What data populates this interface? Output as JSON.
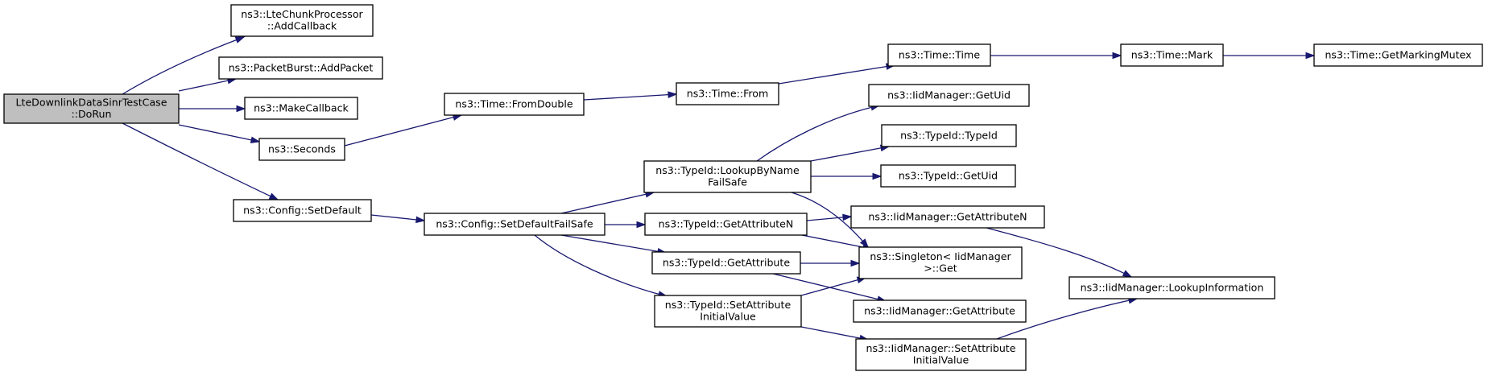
{
  "diagram": {
    "type": "call-graph",
    "nodes": [
      {
        "id": "root",
        "lines": [
          "LteDownlinkDataSinrTestCase",
          "::DoRun"
        ],
        "highlighted": true
      },
      {
        "id": "chunk",
        "lines": [
          "ns3::LteChunkProcessor",
          "::AddCallback"
        ]
      },
      {
        "id": "packetburst",
        "lines": [
          "ns3::PacketBurst::AddPacket"
        ]
      },
      {
        "id": "makecb",
        "lines": [
          "ns3::MakeCallback"
        ]
      },
      {
        "id": "seconds",
        "lines": [
          "ns3::Seconds"
        ]
      },
      {
        "id": "setdefault",
        "lines": [
          "ns3::Config::SetDefault"
        ]
      },
      {
        "id": "fromdouble",
        "lines": [
          "ns3::Time::FromDouble"
        ]
      },
      {
        "id": "from",
        "lines": [
          "ns3::Time::From"
        ]
      },
      {
        "id": "time",
        "lines": [
          "ns3::Time::Time"
        ]
      },
      {
        "id": "mark",
        "lines": [
          "ns3::Time::Mark"
        ]
      },
      {
        "id": "mutex",
        "lines": [
          "ns3::Time::GetMarkingMutex"
        ]
      },
      {
        "id": "sdfs",
        "lines": [
          "ns3::Config::SetDefaultFailSafe"
        ]
      },
      {
        "id": "lookup",
        "lines": [
          "ns3::TypeId::LookupByName",
          "FailSafe"
        ]
      },
      {
        "id": "getattrn",
        "lines": [
          "ns3::TypeId::GetAttributeN"
        ]
      },
      {
        "id": "getattr",
        "lines": [
          "ns3::TypeId::GetAttribute"
        ]
      },
      {
        "id": "setattr",
        "lines": [
          "ns3::TypeId::SetAttribute",
          "InitialValue"
        ]
      },
      {
        "id": "iidgetuid",
        "lines": [
          "ns3::IidManager::GetUid"
        ]
      },
      {
        "id": "typeid",
        "lines": [
          "ns3::TypeId::TypeId"
        ]
      },
      {
        "id": "tidgetuid",
        "lines": [
          "ns3::TypeId::GetUid"
        ]
      },
      {
        "id": "iidgetattrn",
        "lines": [
          "ns3::IidManager::GetAttributeN"
        ]
      },
      {
        "id": "singleton",
        "lines": [
          "ns3::Singleton< IidManager",
          ">::Get"
        ]
      },
      {
        "id": "iidgetattr",
        "lines": [
          "ns3::IidManager::GetAttribute"
        ]
      },
      {
        "id": "iidsetattr",
        "lines": [
          "ns3::IidManager::SetAttribute",
          "InitialValue"
        ]
      },
      {
        "id": "lookupinfo",
        "lines": [
          "ns3::IidManager::LookupInformation"
        ]
      }
    ],
    "edges": [
      [
        "root",
        "chunk"
      ],
      [
        "root",
        "packetburst"
      ],
      [
        "root",
        "makecb"
      ],
      [
        "root",
        "seconds"
      ],
      [
        "root",
        "setdefault"
      ],
      [
        "seconds",
        "fromdouble"
      ],
      [
        "fromdouble",
        "from"
      ],
      [
        "from",
        "time"
      ],
      [
        "time",
        "mark"
      ],
      [
        "mark",
        "mutex"
      ],
      [
        "setdefault",
        "sdfs"
      ],
      [
        "sdfs",
        "lookup"
      ],
      [
        "sdfs",
        "getattrn"
      ],
      [
        "sdfs",
        "getattr"
      ],
      [
        "sdfs",
        "setattr"
      ],
      [
        "lookup",
        "iidgetuid"
      ],
      [
        "lookup",
        "typeid"
      ],
      [
        "lookup",
        "tidgetuid"
      ],
      [
        "lookup",
        "singleton"
      ],
      [
        "getattrn",
        "iidgetattrn"
      ],
      [
        "getattrn",
        "singleton"
      ],
      [
        "getattr",
        "singleton"
      ],
      [
        "getattr",
        "iidgetattr"
      ],
      [
        "setattr",
        "singleton"
      ],
      [
        "setattr",
        "iidsetattr"
      ],
      [
        "iidgetattrn",
        "lookupinfo"
      ],
      [
        "iidsetattr",
        "lookupinfo"
      ]
    ],
    "colors": {
      "edge": "#191970",
      "root_fill": "#bfbfbf",
      "node_fill": "#ffffff",
      "node_border": "#000000"
    }
  }
}
